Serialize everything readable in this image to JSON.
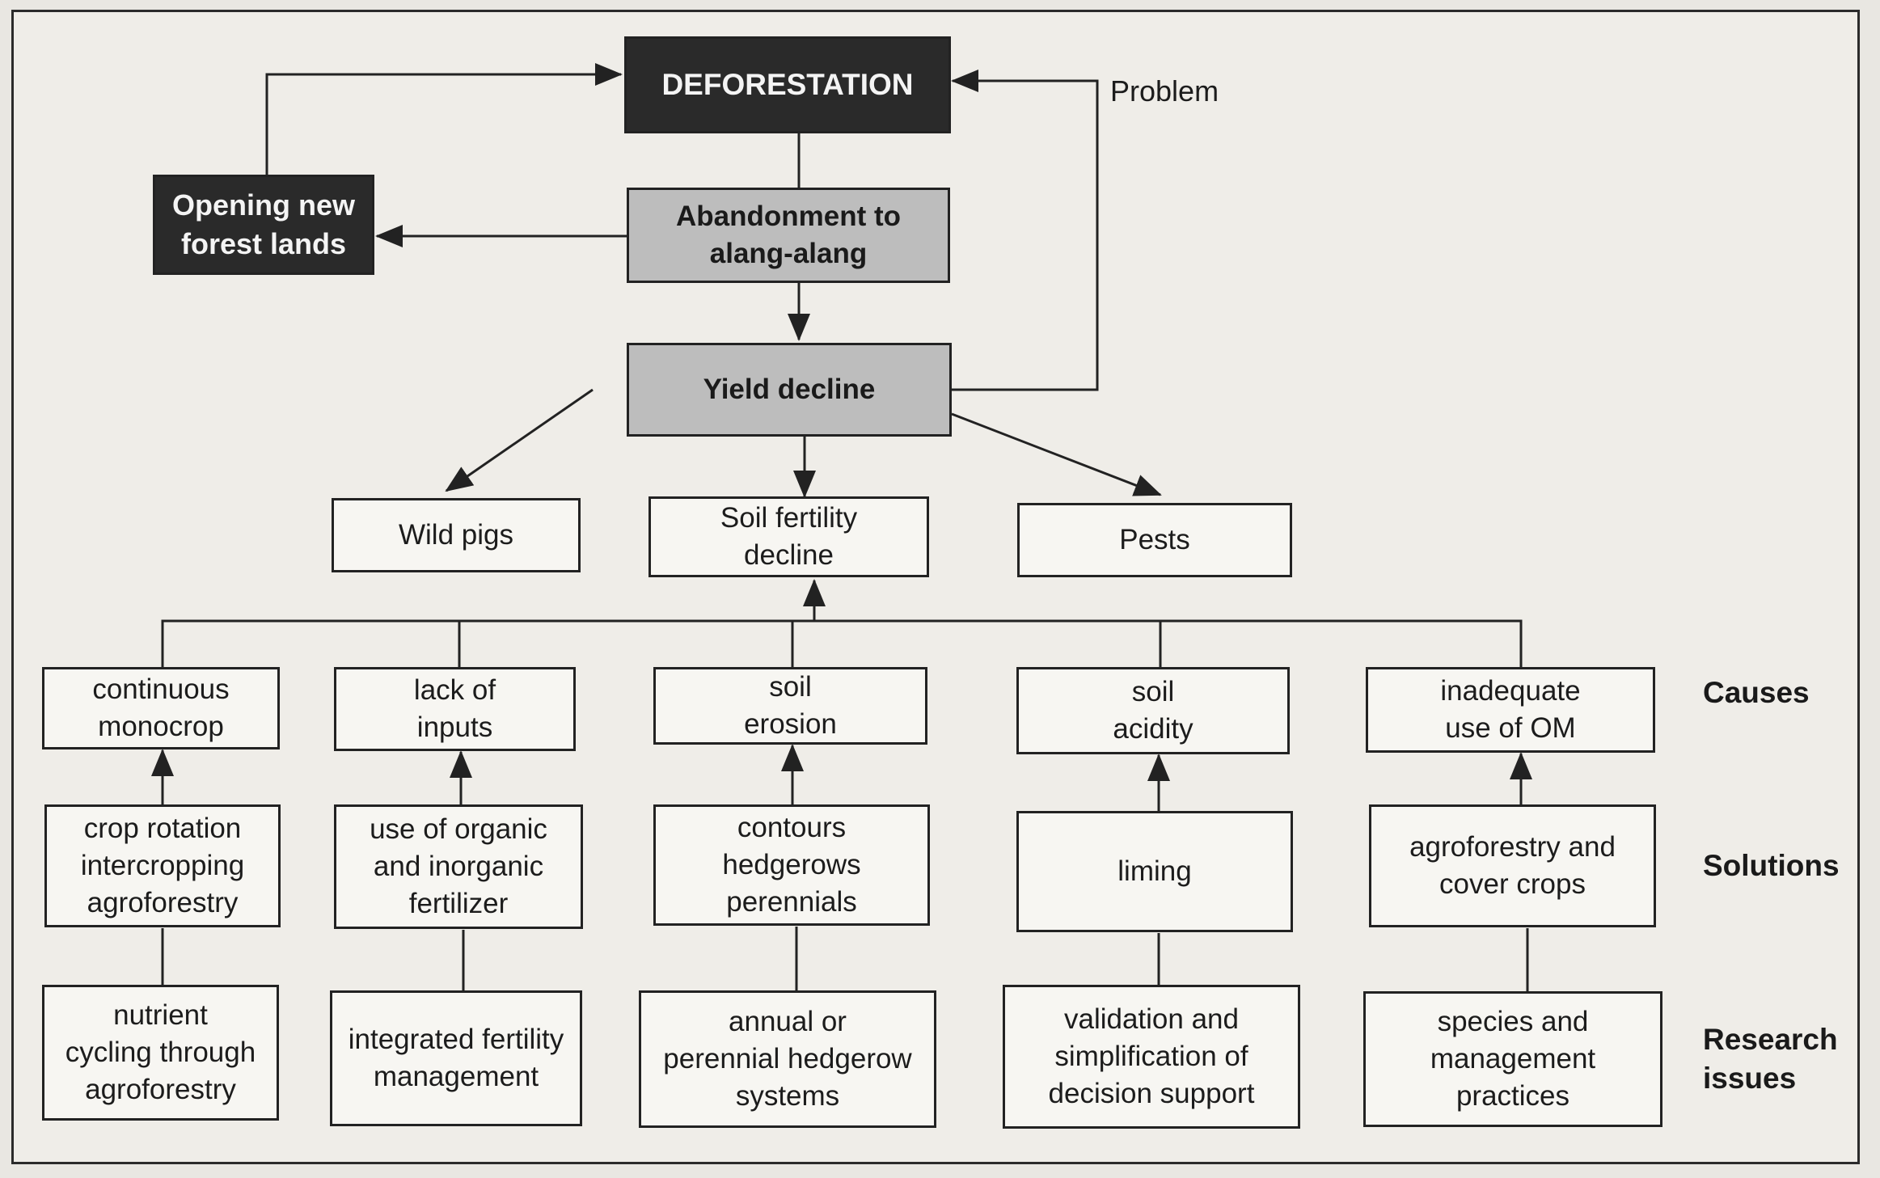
{
  "title": "DEFORESTATION",
  "problem_label": "Problem",
  "nodes": {
    "opening": "Opening new\nforest lands",
    "abandonment": "Abandonment to\nalang-alang",
    "yield": "Yield decline",
    "wild_pigs": "Wild pigs",
    "soil_fertility": "Soil fertility\ndecline",
    "pests": "Pests"
  },
  "row_labels": {
    "causes": "Causes",
    "solutions": "Solutions",
    "research": "Research\nissues"
  },
  "causes": [
    "continuous\nmonocrop",
    "lack of\ninputs",
    "soil\nerosion",
    "soil\nacidity",
    "inadequate\nuse of OM"
  ],
  "solutions": [
    "crop rotation\nintercropping\nagroforestry",
    "use of organic\nand inorganic\nfertilizer",
    "contours\nhedgerows\nperennials",
    "liming",
    "agroforestry and\ncover crops"
  ],
  "research": [
    "nutrient\ncycling through\nagroforestry",
    "integrated fertility\nmanagement",
    "annual or\nperennial hedgerow\nsystems",
    "validation and\nsimplification of\ndecision support",
    "species and\nmanagement\npractices"
  ]
}
